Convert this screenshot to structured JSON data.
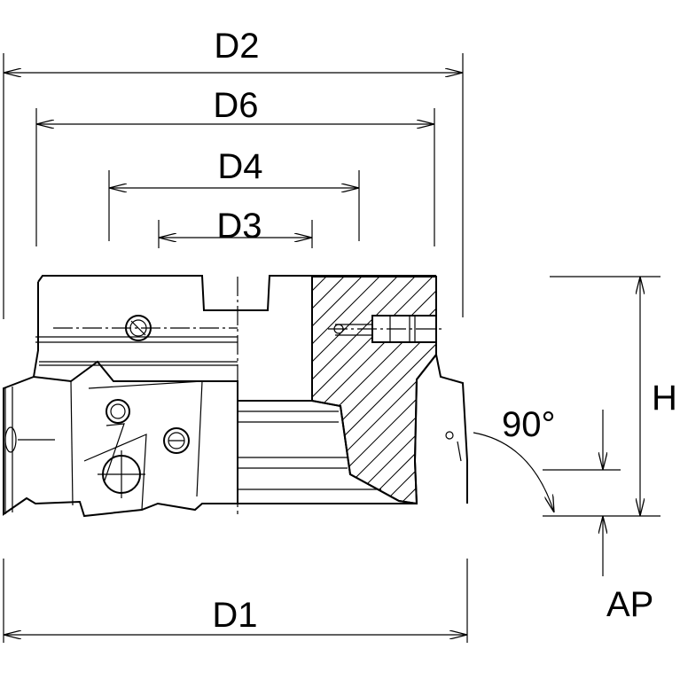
{
  "diagram": {
    "dimensions": {
      "d2": "D2",
      "d6": "D6",
      "d4": "D4",
      "d3": "D3",
      "d1": "D1",
      "h": "H",
      "ap": "AP",
      "angle": "90°"
    }
  }
}
